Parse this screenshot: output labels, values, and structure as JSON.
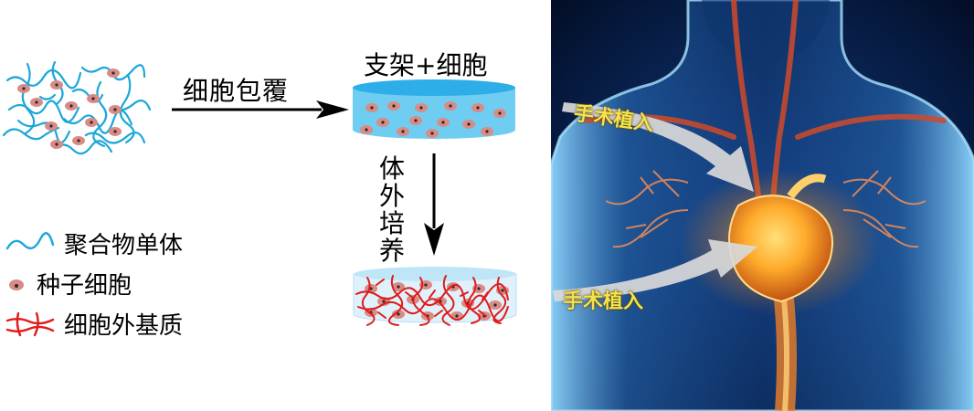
{
  "diagram": {
    "step_coating": "细胞包覆",
    "scaffold_label": "支架+细胞",
    "culture_label": "体外培养",
    "legend": [
      {
        "icon": "polymer-line-icon",
        "text": "聚合物单体"
      },
      {
        "icon": "seed-cell-icon",
        "text": "种子细胞"
      },
      {
        "icon": "extracellular-matrix-icon",
        "text": "细胞外基质"
      }
    ],
    "surgery_labels": [
      "手术植入",
      "手术植入"
    ]
  },
  "colors": {
    "polymer": "#1aa7d9",
    "cell": "#d98b86",
    "nucleus": "#2a2a2a",
    "matrix": "#e01b1b",
    "disc_top": "#35b7ea",
    "disc_body": "#7fd3f3",
    "disc_light": "#d8f1fb",
    "surgery_text": "#f4e44a"
  }
}
